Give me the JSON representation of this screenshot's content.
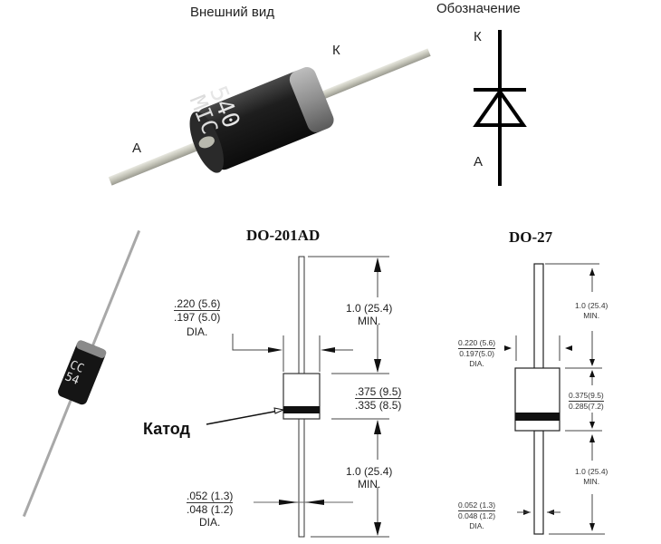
{
  "photo_section": {
    "title": "Внешний вид",
    "anode_label": "А",
    "cathode_label": "К",
    "body_marking_line1": "540",
    "body_marking_line2": "MIC",
    "body_color": "#1a1a1a",
    "band_color": "#9a9a9a",
    "lead_color": "#c9c9c0"
  },
  "symbol_section": {
    "title": "Обозначение",
    "cathode_label": "К",
    "anode_label": "А"
  },
  "side_photo": {
    "marking_line1": "CC",
    "marking_line2": "54"
  },
  "do201ad": {
    "title": "DO-201AD",
    "body_dia": {
      "max": ".220 (5.6)",
      "min": ".197 (5.0)",
      "suffix": "DIA."
    },
    "lead_top": {
      "value": "1.0 (25.4)",
      "suffix": "MIN."
    },
    "body_len": {
      "max": ".375 (9.5)",
      "min": ".335 (8.5)"
    },
    "lead_bottom": {
      "value": "1.0 (25.4)",
      "suffix": "MIN."
    },
    "lead_dia": {
      "max": ".052 (1.3)",
      "min": ".048 (1.2)",
      "suffix": "DIA."
    },
    "cathode_pointer": "Катод"
  },
  "do27": {
    "title": "DO-27",
    "body_dia": {
      "max": "0.220 (5.6)",
      "min": "0.197(5.0)",
      "suffix": "DIA."
    },
    "lead_top": {
      "value": "1.0 (25.4)",
      "suffix": "MIN."
    },
    "body_len": {
      "max": "0.375(9.5)",
      "min": "0.285(7.2)"
    },
    "lead_bottom": {
      "value": "1.0 (25.4)",
      "suffix": "MIN."
    },
    "lead_dia": {
      "max": "0.052 (1.3)",
      "min": "0.048 (1.2)",
      "suffix": "DIA."
    }
  }
}
